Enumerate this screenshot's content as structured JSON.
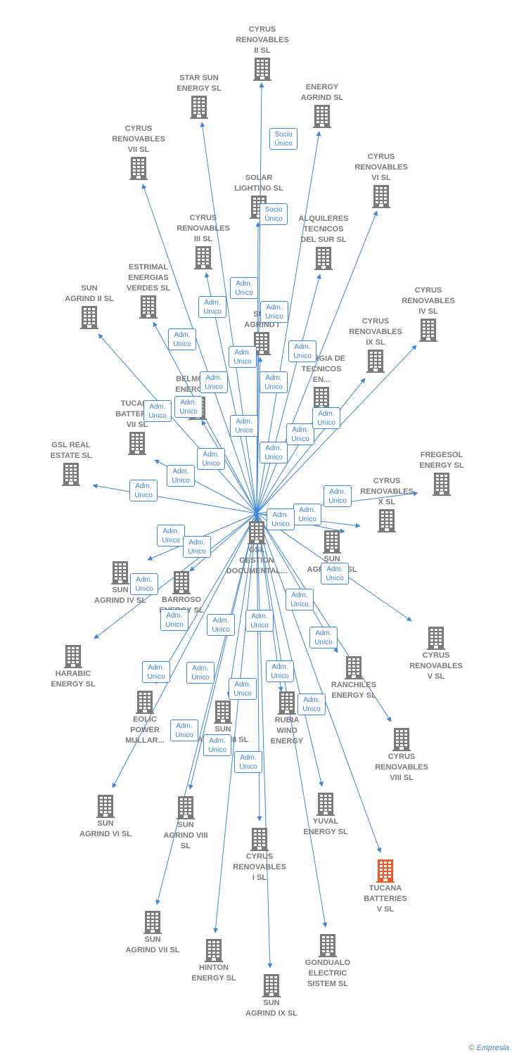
{
  "colors": {
    "node": "#7b7b7b",
    "highlight": "#ec5a2e",
    "edge": "#3f86db"
  },
  "center_label": "GSL\nGESTION\nDOCUMENTAL...",
  "nodes": [
    {
      "id": "cyrus2",
      "label": "CYRUS\nRENOVABLES\nII  SL",
      "lp": "a"
    },
    {
      "id": "starsun",
      "label": "STAR SUN\nENERGY  SL",
      "lp": "a"
    },
    {
      "id": "energyagrind",
      "label": "ENERGY\nAGRIND  SL",
      "lp": "a"
    },
    {
      "id": "cyrus7",
      "label": "CYRUS\nRENOVABLES\nVII  SL",
      "lp": "a"
    },
    {
      "id": "cyrus6",
      "label": "CYRUS\nRENOVABLES\nVI  SL",
      "lp": "a"
    },
    {
      "id": "solar",
      "label": "SOLAR\nLIGHTING SL",
      "lp": "a"
    },
    {
      "id": "cyrus3",
      "label": "CYRUS\nRENOVABLES\nIII  SL",
      "lp": "a"
    },
    {
      "id": "alquileres",
      "label": "ALQUILERES\nTECNICOS\nDEL SUR SL",
      "lp": "a"
    },
    {
      "id": "estrimal",
      "label": "ESTRIMAL\nENERGIAS\nVERDES  SL",
      "lp": "a"
    },
    {
      "id": "sunagrind2",
      "label": "SUN\nAGRIND II  SL",
      "lp": "a"
    },
    {
      "id": "cyrus4",
      "label": "CYRUS\nRENOVABLES\nIV  SL",
      "lp": "a"
    },
    {
      "id": "sunagrindi",
      "label": "SUN\nAGRIND I",
      "lp": "a"
    },
    {
      "id": "cyrus9",
      "label": "CYRUS\nRENOVABLES\nIX  SL",
      "lp": "a"
    },
    {
      "id": "belmonte",
      "label": "BELMONTE\nENERGY  SL",
      "lp": "a"
    },
    {
      "id": "tecnicos",
      "label": "ENERGIA DE\nTECNICOS\nEN...",
      "lp": "a"
    },
    {
      "id": "tucana7",
      "label": "TUCANA\nBATTERIES\nVII  SL",
      "lp": "a"
    },
    {
      "id": "gslreal",
      "label": "GSL REAL\nESTATE  SL",
      "lp": "a"
    },
    {
      "id": "fregesol",
      "label": "FREGESOL\nENERGY  SL",
      "lp": "a"
    },
    {
      "id": "cyrus10",
      "label": "CYRUS\nRENOVABLES\nX  SL",
      "lp": "a"
    },
    {
      "id": "sunagrind5",
      "label": "SUN\nAGRIND V  SL",
      "lp": "b"
    },
    {
      "id": "sunagrind4",
      "label": "SUN\nAGRIND IV  SL",
      "lp": "b"
    },
    {
      "id": "barroso",
      "label": "BARROSO\nENERGY  SL",
      "lp": "b"
    },
    {
      "id": "cyrus5",
      "label": "CYRUS\nRENOVABLES\nV  SL",
      "lp": "b"
    },
    {
      "id": "harabic",
      "label": "HARABIC\nENERGY  SL",
      "lp": "b"
    },
    {
      "id": "ranchiles",
      "label": "RANCHILES\nENERGY  SL",
      "lp": "b"
    },
    {
      "id": "eolic",
      "label": "EOLIC\nPOWER\nMULLAR...",
      "lp": "b"
    },
    {
      "id": "rubia",
      "label": "RUBIA\nWIND\nENERGY",
      "lp": "b"
    },
    {
      "id": "sunagrind3",
      "label": "SUN\nAGRIND III  SL",
      "lp": "b"
    },
    {
      "id": "cyrus8",
      "label": "CYRUS\nRENOVABLES\nVIII  SL",
      "lp": "b"
    },
    {
      "id": "sunagrind6",
      "label": "SUN\nAGRIND VI  SL",
      "lp": "b"
    },
    {
      "id": "sunagrind8",
      "label": "SUN\nAGRIND VIII\nSL",
      "lp": "b"
    },
    {
      "id": "yuval",
      "label": "YUVAL\nENERGY  SL",
      "lp": "b"
    },
    {
      "id": "cyrus1",
      "label": "CYRUS\nRENOVABLES\nI  SL",
      "lp": "b"
    },
    {
      "id": "tucana5",
      "label": "TUCANA\nBATTERIES\nV  SL",
      "lp": "b",
      "highlight": true
    },
    {
      "id": "sunagrind7",
      "label": "SUN\nAGRIND VII  SL",
      "lp": "b"
    },
    {
      "id": "hinton",
      "label": "HINTON\nENERGY  SL",
      "lp": "b"
    },
    {
      "id": "gondualo",
      "label": "GONDUALO\nELECTRIC\nSISTEM  SL",
      "lp": "b"
    },
    {
      "id": "sunagrind9",
      "label": "SUN\nAGRIND IX  SL",
      "lp": "b"
    }
  ],
  "badges": [
    "Socio\nÚnico",
    "Socio\nÚnico",
    "Adm.\nUnico",
    "Adm.\nUnico",
    "Adm.\nUnico",
    "Adm.\nUnico",
    "Adm.\nUnico",
    "Adm.\nUnico",
    "Adm.\nUnico",
    "Adm.\nUnico",
    "Adm.\nUnico",
    "Adm.\nUnico",
    "Adm.\nUnico",
    "Adm.\nUnico",
    "Adm.\nUnico",
    "Adm.\nUnico",
    "Adm.\nUnico",
    "Adm.\nUnico",
    "Adm.\nUnico",
    "Adm.\nUnico",
    "Adm.\nUnico",
    "Adm.\nUnico",
    "Adm.\nUnico",
    "Adm.\nUnico",
    "Adm.\nUnico",
    "Adm.\nUnico",
    "Adm.\nUnico",
    "Adm.\nUnico",
    "Adm.\nUnico",
    "Adm.\nUnico",
    "Adm.\nUnico",
    "Adm.\nUnico",
    "Adm.\nUnico",
    "Adm.\nUnico",
    "Adm.\nUnico",
    "Adm.\nUnico",
    "Adm.\nUnico",
    "Adm.\nUnico",
    "Adm.\nUnico"
  ],
  "footer": {
    "copyright": "©",
    "brand": "Empresia"
  }
}
